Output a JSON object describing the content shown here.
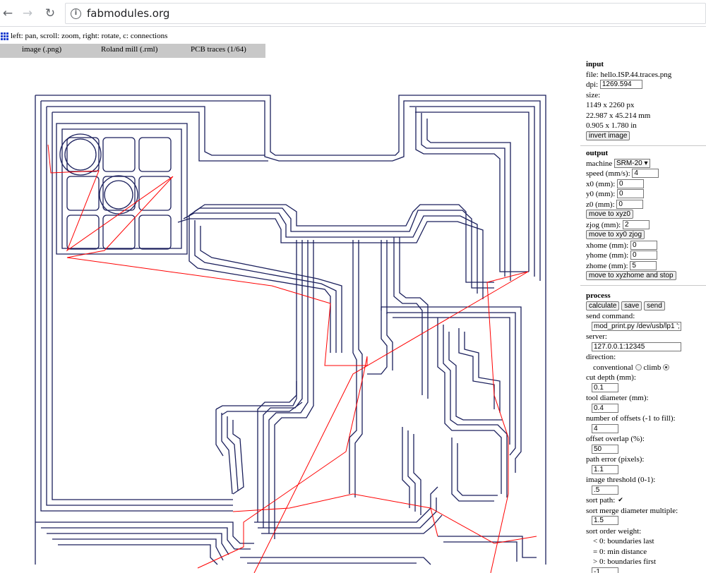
{
  "browser": {
    "url": "fabmodules.org"
  },
  "app": {
    "hint": "left: pan, scroll: zoom, right: rotate, c: connections",
    "modules": [
      "image (.png)",
      "Roland mill (.rml)",
      "PCB traces (1/64)"
    ]
  },
  "panel": {
    "input": {
      "title": "input",
      "file_label": "file: hello.ISP.44.traces.png",
      "dpi_label": "dpi:",
      "dpi_value": "1269.594",
      "size_label": "size:",
      "size_px": "1149 x 2260 px",
      "size_mm": "22.987 x 45.214 mm",
      "size_in": "0.905 x 1.780 in",
      "invert_label": "invert image"
    },
    "output": {
      "title": "output",
      "machine_label": "machine",
      "machine_value": "SRM-20 ▾",
      "speed_label": "speed (mm/s):",
      "speed_value": "4",
      "x0_label": "x0 (mm):",
      "x0_value": "0",
      "y0_label": "y0 (mm):",
      "y0_value": "0",
      "z0_label": "z0 (mm):",
      "z0_value": "0",
      "move_xyz0": "move to xyz0",
      "zjog_label": "zjog (mm):",
      "zjog_value": "2",
      "move_xy0_zjog": "move to xy0 zjog",
      "xhome_label": "xhome (mm):",
      "xhome_value": "0",
      "yhome_label": "yhome (mm):",
      "yhome_value": "0",
      "zhome_label": "zhome (mm):",
      "zhome_value": "5",
      "move_home": "move to xyzhome and stop"
    },
    "process": {
      "title": "process",
      "calculate": "calculate",
      "save": "save",
      "send": "send",
      "send_cmd_label": "send command:",
      "send_cmd_value": "mod_print.py /dev/usb/lp1 ';'",
      "server_label": "server:",
      "server_value": "127.0.0.1:12345",
      "direction_label": "direction:",
      "conventional": "conventional",
      "climb": "climb",
      "cut_depth_label": "cut depth (mm):",
      "cut_depth_value": "0.1",
      "tool_diam_label": "tool diameter (mm):",
      "tool_diam_value": "0.4",
      "offsets_label": "number of offsets (-1 to fill):",
      "offsets_value": "4",
      "overlap_label": "offset overlap (%):",
      "overlap_value": "50",
      "path_error_label": "path error (pixels):",
      "path_error_value": "1.1",
      "threshold_label": "image threshold (0-1):",
      "threshold_value": ".5",
      "sort_path_label": "sort path:",
      "sort_merge_label": "sort merge diameter multiple:",
      "sort_merge_value": "1.5",
      "sort_order_label": "sort order weight:",
      "sort_order_lt": "< 0: boundaries last",
      "sort_order_eq": "= 0: min distance",
      "sort_order_gt": "> 0: boundaries first",
      "sort_order_value": "-1"
    }
  },
  "colors": {
    "trace": "#1a1f5c",
    "connection": "#ff0000",
    "module_bar": "#c8c8c8"
  }
}
